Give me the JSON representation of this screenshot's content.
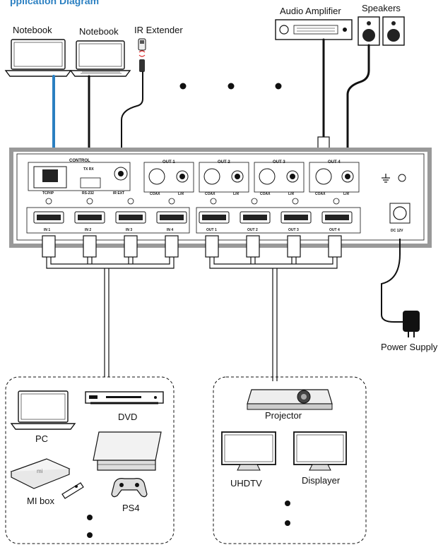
{
  "title": "pplication Diagram",
  "top_devices": {
    "notebook1": "Notebook",
    "notebook2": "Notebook",
    "ir_extender": "IR Extender",
    "audio_amplifier": "Audio Amplifier",
    "speakers": "Speakers"
  },
  "panel": {
    "control_label": "CONTROL",
    "tcp_label": "TCP/IP",
    "rs232_label": "RS-232",
    "ir_ext_label": "IR EXT",
    "tx_rx_label": "TX RX",
    "out_groups": [
      {
        "title": "OUT 1",
        "coax": "COAX",
        "lr": "L/R"
      },
      {
        "title": "OUT 2",
        "coax": "COAX",
        "lr": "L/R"
      },
      {
        "title": "OUT 3",
        "coax": "COAX",
        "lr": "L/R"
      },
      {
        "title": "OUT 4",
        "coax": "COAX",
        "lr": "L/R"
      }
    ],
    "hdmi_inputs": [
      "IN 1",
      "IN 2",
      "IN 3",
      "IN 4"
    ],
    "hdmi_outputs": [
      "OUT 1",
      "OUT 2",
      "OUT 3",
      "OUT 4"
    ],
    "dc_label": "DC 12V"
  },
  "power_supply": "Power Supply",
  "sources": {
    "pc": "PC",
    "dvd": "DVD",
    "mibox": "MI box",
    "ps4": "PS4"
  },
  "displays": {
    "projector": "Projector",
    "uhdtv": "UHDTV",
    "displayer": "Displayer"
  },
  "icons": [
    "laptop-icon",
    "ir-extender-icon",
    "amplifier-icon",
    "speaker-icon",
    "hdmi-port-icon",
    "rj45-icon",
    "phoenix-connector-icon",
    "ground-icon",
    "dc-jack-icon",
    "power-adapter-icon",
    "dvd-player-icon",
    "ps4-icon",
    "mibox-icon",
    "remote-icon",
    "gamepad-icon",
    "projector-icon",
    "monitor-icon"
  ],
  "colors": {
    "network_cable": "#2a7fc1",
    "rs232_connector": "#3caa3c",
    "panel_frame": "#999999",
    "line": "#111111"
  }
}
